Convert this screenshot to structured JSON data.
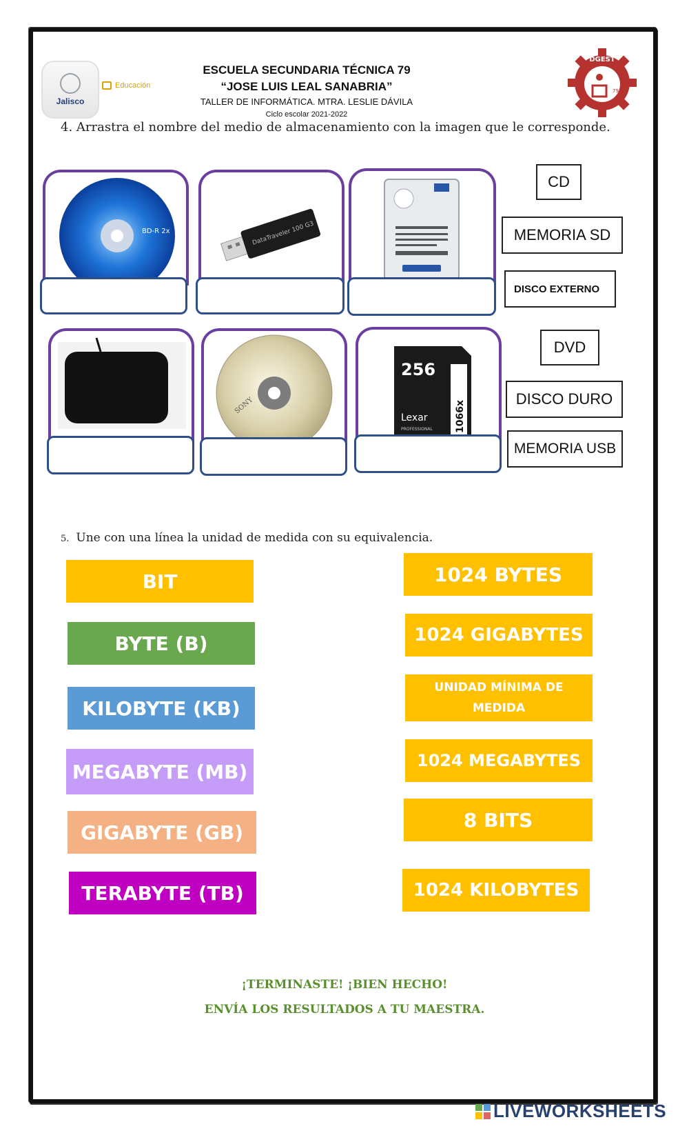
{
  "header": {
    "school": "ESCUELA SECUNDARIA TÉCNICA 79",
    "school_name": "“JOSE LUIS LEAL SANABRIA”",
    "workshop": "TALLER DE INFORMÁTICA. MTRA. LESLIE DÁVILA",
    "cycle": "Ciclo escolar 2021-2022",
    "logo_left": "Jalisco",
    "logo_edu": "Educación",
    "seal_text": "DGEST",
    "seal_num": "79"
  },
  "question4": "4.  Arrastra el nombre del medio de almacenamiento con la imagen que le corresponde.",
  "drag_labels": [
    "CD",
    "MEMORIA SD",
    "DISCO EXTERNO",
    "DVD",
    "DISCO DURO",
    "MEMORIA USB"
  ],
  "images": {
    "bluray_text": "BD-R 2x",
    "usb_text": "DataTraveler 100 G3",
    "sd_capacity": "256",
    "sd_speed": "1066x",
    "sd_brand": "Lexar",
    "sd_sub": "PROFESSIONAL",
    "dvd_brand": "SONY"
  },
  "question5": {
    "num": "5.",
    "text": "Une con una línea la unidad de medida con su equivalencia."
  },
  "units_left": [
    "BIT",
    "BYTE (B)",
    "KILOBYTE (KB)",
    "MEGABYTE (MB)",
    "GIGABYTE (GB)",
    "TERABYTE (TB)"
  ],
  "units_right": [
    "1024 BYTES",
    "1024 GIGABYTES",
    "UNIDAD MÍNIMA DE MEDIDA",
    "1024 MEGABYTES",
    "8 BITS",
    "1024 KILOBYTES"
  ],
  "colors": {
    "bit": "#ffc000",
    "byte": "#6aa84f",
    "kilobyte": "#5b9bd5",
    "megabyte": "#c59cf7",
    "gigabyte": "#f4b183",
    "terabyte": "#c000c0",
    "right": "#ffc000",
    "card_border": "#6b3fa0",
    "drop_border": "#2f4f8a"
  },
  "footer": {
    "line1": "¡TERMINASTE! ¡BIEN HECHO!",
    "line2": "ENVÍA LOS RESULTADOS A TU MAESTRA."
  },
  "brand": "LIVEWORKSHEETS"
}
